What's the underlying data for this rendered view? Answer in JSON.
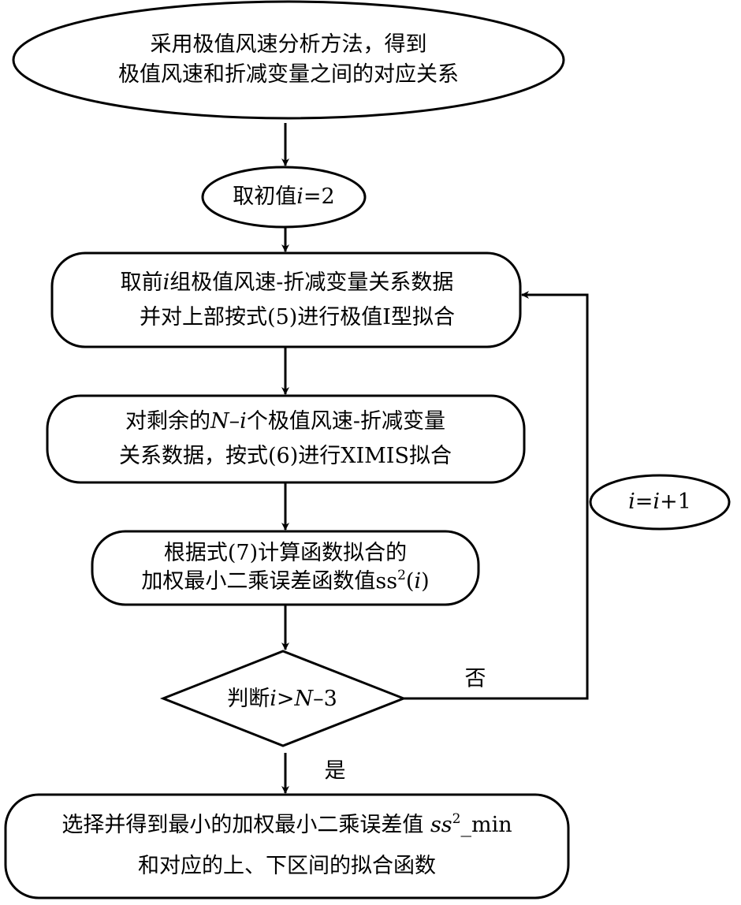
{
  "diagram": {
    "type": "flowchart",
    "nodes": [
      {
        "id": "start",
        "shape": "ellipse",
        "lines": [
          "采用极值风速分析方法，得到",
          "极值风速和折减变量之间的对应关系"
        ]
      },
      {
        "id": "init",
        "shape": "ellipse",
        "text_prefix": "取初值",
        "var": "i",
        "text_suffix": "=2"
      },
      {
        "id": "fit-upper",
        "shape": "rounded-rect",
        "line1_prefix": "取前",
        "line1_var": "i",
        "line1_suffix": "组极值风速-折减变量关系数据",
        "line2": "并对上部按式(5)进行极值I型拟合"
      },
      {
        "id": "fit-rest",
        "shape": "rounded-rect",
        "line1_prefix": "对剩余的",
        "line1_var": "N–i",
        "line1_suffix": "个极值风速-折减变量",
        "line2": "关系数据，按式(6)进行XIMIS拟合"
      },
      {
        "id": "compute-error",
        "shape": "rounded-rect",
        "line1": "根据式(7)计算函数拟合的",
        "line2_prefix": "加权最小二乘误差函数值ss",
        "line2_sup": "2",
        "line2_open": "(",
        "line2_var": "i",
        "line2_close": ")"
      },
      {
        "id": "decision",
        "shape": "diamond",
        "text_prefix": "判断",
        "var": "i>N",
        "text_suffix": "–3"
      },
      {
        "id": "increment",
        "shape": "ellipse",
        "var1": "i",
        "eq": "=",
        "var2": "i",
        "suffix": "+1"
      },
      {
        "id": "result",
        "shape": "rounded-rect",
        "line1_prefix": "选择并得到最小的加权最小二乘误差值",
        "line1_var": "ss",
        "line1_sup": "2",
        "line1_suffix": "_min",
        "line2": "和对应的上、下区间的拟合函数"
      }
    ],
    "edges": [
      {
        "from": "start",
        "to": "init",
        "label": ""
      },
      {
        "from": "init",
        "to": "fit-upper",
        "label": ""
      },
      {
        "from": "fit-upper",
        "to": "fit-rest",
        "label": ""
      },
      {
        "from": "fit-rest",
        "to": "compute-error",
        "label": ""
      },
      {
        "from": "compute-error",
        "to": "decision",
        "label": ""
      },
      {
        "from": "decision",
        "to": "fit-upper",
        "label": "否",
        "via": "increment"
      },
      {
        "from": "decision",
        "to": "result",
        "label": "是"
      }
    ]
  }
}
